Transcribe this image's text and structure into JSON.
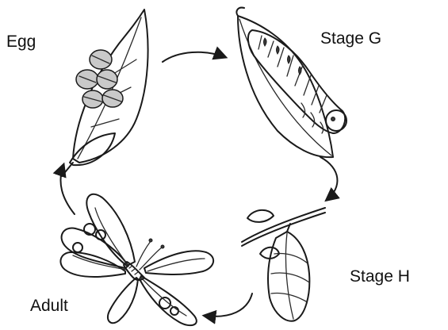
{
  "labels": {
    "egg": "Egg",
    "stage_g": "Stage G",
    "stage_h": "Stage H",
    "adult": "Adult"
  },
  "colors": {
    "ink": "#1a1a1a",
    "background": "#ffffff"
  },
  "icons": [
    "leaf-with-eggs",
    "caterpillar",
    "chrysalis",
    "butterfly",
    "cycle-arrow"
  ]
}
